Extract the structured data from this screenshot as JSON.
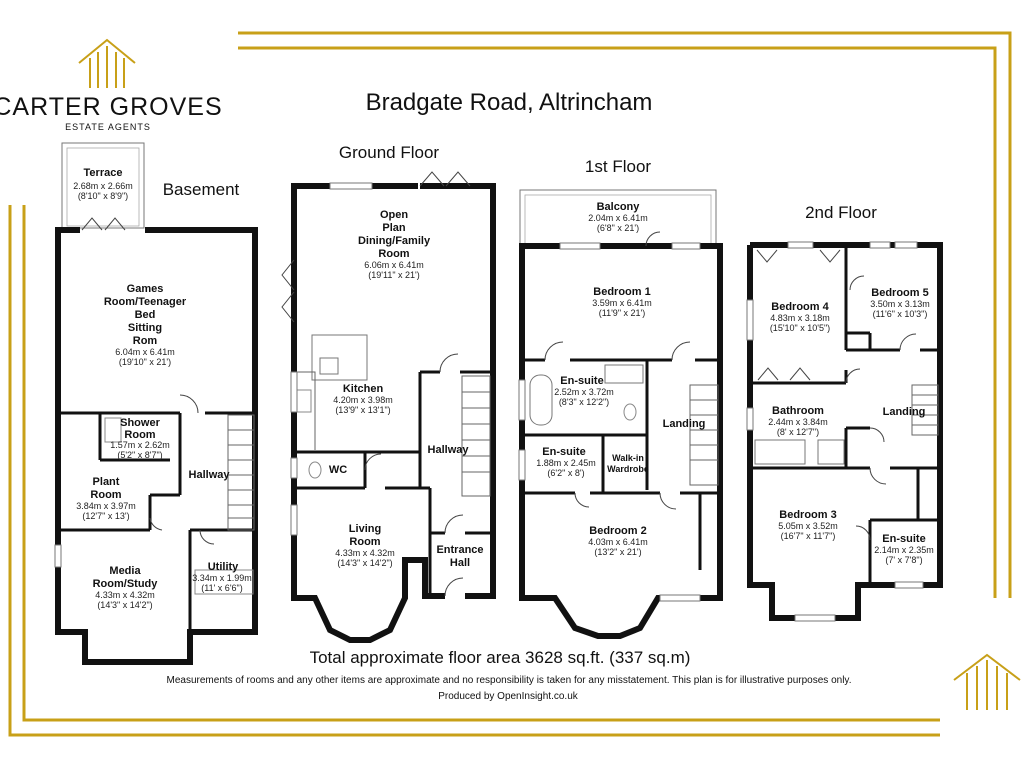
{
  "brand": {
    "name": "CARTER GROVES",
    "tagline": "ESTATE AGENTS",
    "accent_color": "#c8a018"
  },
  "title": "Bradgate Road, Altrincham",
  "floors": {
    "basement": "Basement",
    "ground": "Ground Floor",
    "first": "1st Floor",
    "second": "2nd Floor"
  },
  "rooms": {
    "terrace": {
      "name": "Terrace",
      "metric": "2.68m x 2.66m",
      "imperial": "(8'10\" x 8'9\")"
    },
    "games": {
      "name_lines": [
        "Games",
        "Room/Teenager",
        "Bed",
        "Sitting",
        "Rom"
      ],
      "metric": "6.04m x 6.41m",
      "imperial": "(19'10\" x 21')"
    },
    "shower": {
      "name_lines": [
        "Shower",
        "Room"
      ],
      "metric": "1.57m x 2.62m",
      "imperial": "(5'2\" x 8'7\")"
    },
    "plant": {
      "name_lines": [
        "Plant",
        "Room"
      ],
      "metric": "3.84m x 3.97m",
      "imperial": "(12'7\" x 13')"
    },
    "hallway_b": {
      "name": "Hallway"
    },
    "media": {
      "name_lines": [
        "Media",
        "Room/Study"
      ],
      "metric": "4.33m x 4.32m",
      "imperial": "(14'3\" x 14'2\")"
    },
    "utility": {
      "name": "Utility",
      "metric": "3.34m x 1.99m",
      "imperial": "(11' x 6'6\")"
    },
    "open_plan": {
      "name_lines": [
        "Open",
        "Plan",
        "Dining/Family",
        "Room"
      ],
      "metric": "6.06m x 6.41m",
      "imperial": "(19'11\" x 21')"
    },
    "kitchen": {
      "name": "Kitchen",
      "metric": "4.20m x 3.98m",
      "imperial": "(13'9\" x 13'1\")"
    },
    "hallway_g": {
      "name": "Hallway"
    },
    "wc": {
      "name": "WC"
    },
    "living": {
      "name_lines": [
        "Living",
        "Room"
      ],
      "metric": "4.33m x 4.32m",
      "imperial": "(14'3\" x 14'2\")"
    },
    "entrance": {
      "name_lines": [
        "Entrance",
        "Hall"
      ]
    },
    "balcony": {
      "name": "Balcony",
      "metric": "2.04m x 6.41m",
      "imperial": "(6'8\" x 21')"
    },
    "bedroom1": {
      "name": "Bedroom 1",
      "metric": "3.59m x 6.41m",
      "imperial": "(11'9\" x 21')"
    },
    "ensuite1": {
      "name": "En-suite",
      "metric": "2.52m x 3.72m",
      "imperial": "(8'3\" x 12'2\")"
    },
    "landing1": {
      "name": "Landing"
    },
    "ensuite2": {
      "name": "En-suite",
      "metric": "1.88m x 2.45m",
      "imperial": "(6'2\" x 8')"
    },
    "walkin": {
      "name_lines": [
        "Walk-in",
        "Wardrobe"
      ]
    },
    "bedroom2": {
      "name": "Bedroom 2",
      "metric": "4.03m x 6.41m",
      "imperial": "(13'2\" x 21')"
    },
    "bedroom4": {
      "name": "Bedroom 4",
      "metric": "4.83m x 3.18m",
      "imperial": "(15'10\" x 10'5\")"
    },
    "bedroom5": {
      "name": "Bedroom 5",
      "metric": "3.50m x 3.13m",
      "imperial": "(11'6\" x 10'3\")"
    },
    "bathroom": {
      "name": "Bathroom",
      "metric": "2.44m x 3.84m",
      "imperial": "(8' x 12'7\")"
    },
    "landing2": {
      "name": "Landing"
    },
    "bedroom3": {
      "name": "Bedroom 3",
      "metric": "5.05m x 3.52m",
      "imperial": "(16'7\" x 11'7\")"
    },
    "ensuite3": {
      "name": "En-suite",
      "metric": "2.14m x 2.35m",
      "imperial": "(7' x 7'8\")"
    }
  },
  "total_area": "Total approximate floor area 3628 sq.ft. (337 sq.m)",
  "disclaimer": "Measurements of rooms and any other items are approximate and no responsibility is taken for any misstatement. This plan is for illustrative purposes only.",
  "produced_by": "Produced by OpenInsight.co.uk"
}
